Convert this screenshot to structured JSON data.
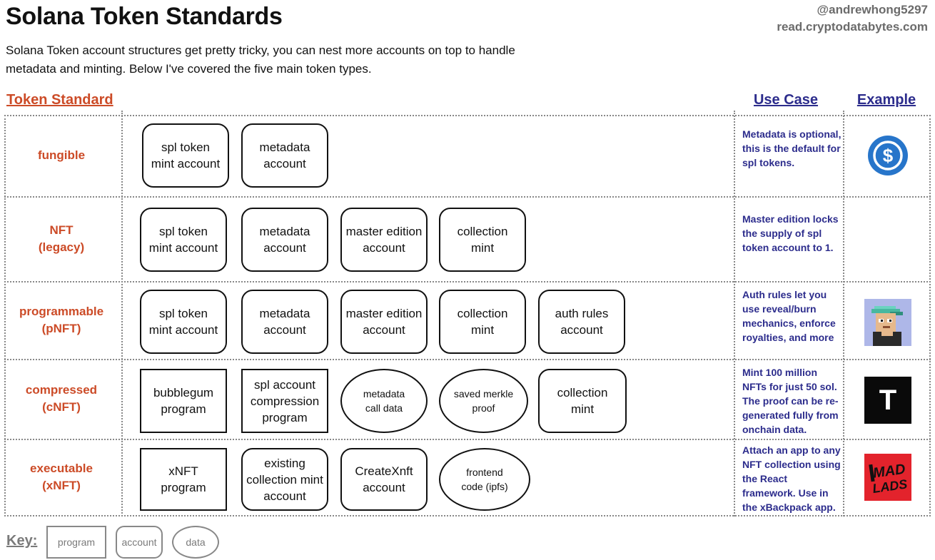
{
  "header": {
    "title": "Solana Token Standards",
    "intro": "Solana Token account structures get pretty tricky, you can nest more accounts on top to handle metadata and minting. Below I've covered the five main token types.",
    "handle": "@andrewhong5297",
    "site": "read.cryptodatabytes.com"
  },
  "columns": {
    "standard": "Token Standard",
    "use_case": "Use Case",
    "example": "Example"
  },
  "rows": [
    {
      "label_line1": "fungible",
      "label_line2": "",
      "boxes": [
        {
          "type": "account",
          "line1": "spl token",
          "line2": "mint account",
          "line3": ""
        },
        {
          "type": "account",
          "line1": "metadata",
          "line2": "account",
          "line3": ""
        }
      ],
      "use_case": "Metadata is optional, this is the default for spl tokens.",
      "example": "usdc-coin-icon"
    },
    {
      "label_line1": "NFT",
      "label_line2": "(legacy)",
      "boxes": [
        {
          "type": "account",
          "line1": "spl token",
          "line2": "mint account",
          "line3": ""
        },
        {
          "type": "account",
          "line1": "metadata",
          "line2": "account",
          "line3": ""
        },
        {
          "type": "account",
          "line1": "master edition",
          "line2": "account",
          "line3": ""
        },
        {
          "type": "account",
          "line1": "collection",
          "line2": "mint",
          "line3": ""
        }
      ],
      "use_case": "Master edition locks the supply of spl token account to 1.",
      "example": ""
    },
    {
      "label_line1": "programmable",
      "label_line2": "(pNFT)",
      "boxes": [
        {
          "type": "account",
          "line1": "spl token",
          "line2": "mint account",
          "line3": ""
        },
        {
          "type": "account",
          "line1": "metadata",
          "line2": "account",
          "line3": ""
        },
        {
          "type": "account",
          "line1": "master edition",
          "line2": "account",
          "line3": ""
        },
        {
          "type": "account",
          "line1": "collection",
          "line2": "mint",
          "line3": ""
        },
        {
          "type": "account",
          "line1": "auth rules",
          "line2": "account",
          "line3": ""
        }
      ],
      "use_case": "Auth rules let you use reveal/burn mechanics, enforce royalties, and more",
      "example": "pixel-avatar-icon"
    },
    {
      "label_line1": "compressed",
      "label_line2": "(cNFT)",
      "boxes": [
        {
          "type": "program",
          "line1": "bubblegum",
          "line2": "program",
          "line3": ""
        },
        {
          "type": "program",
          "line1": "spl account",
          "line2": "compression",
          "line3": "program"
        },
        {
          "type": "data",
          "line1": "metadata",
          "line2": "call data",
          "line3": ""
        },
        {
          "type": "data",
          "line1": "saved merkle",
          "line2": "proof",
          "line3": ""
        },
        {
          "type": "account",
          "line1": "collection",
          "line2": "mint",
          "line3": ""
        }
      ],
      "use_case": "Mint 100 million NFTs for just 50 sol. The proof can be re-generated fully from onchain data.",
      "example": "tensor-t-logo"
    },
    {
      "label_line1": "executable",
      "label_line2": "(xNFT)",
      "boxes": [
        {
          "type": "program",
          "line1": "xNFT",
          "line2": "program",
          "line3": ""
        },
        {
          "type": "account",
          "line1": "existing",
          "line2": "collection mint",
          "line3": "account"
        },
        {
          "type": "account",
          "line1": "CreateXnft",
          "line2": "account",
          "line3": ""
        },
        {
          "type": "data",
          "line1": "frontend",
          "line2": "code (ipfs)",
          "line3": ""
        }
      ],
      "use_case": "Attach an app to any NFT collection using the React framework. Use in the xBackpack app.",
      "example": "mad-lads-logo"
    }
  ],
  "key": {
    "label": "Key:",
    "program": "program",
    "account": "account",
    "data": "data"
  },
  "example_logos": {
    "tensor_letter": "T",
    "mad_lads_line1": "MAD",
    "mad_lads_line2": "LADS"
  },
  "colors": {
    "label_orange": "#cc4b27",
    "usecase_navy": "#2c2c8c",
    "usdc_blue": "#2775ca",
    "mad_lads_red": "#e3232c"
  }
}
